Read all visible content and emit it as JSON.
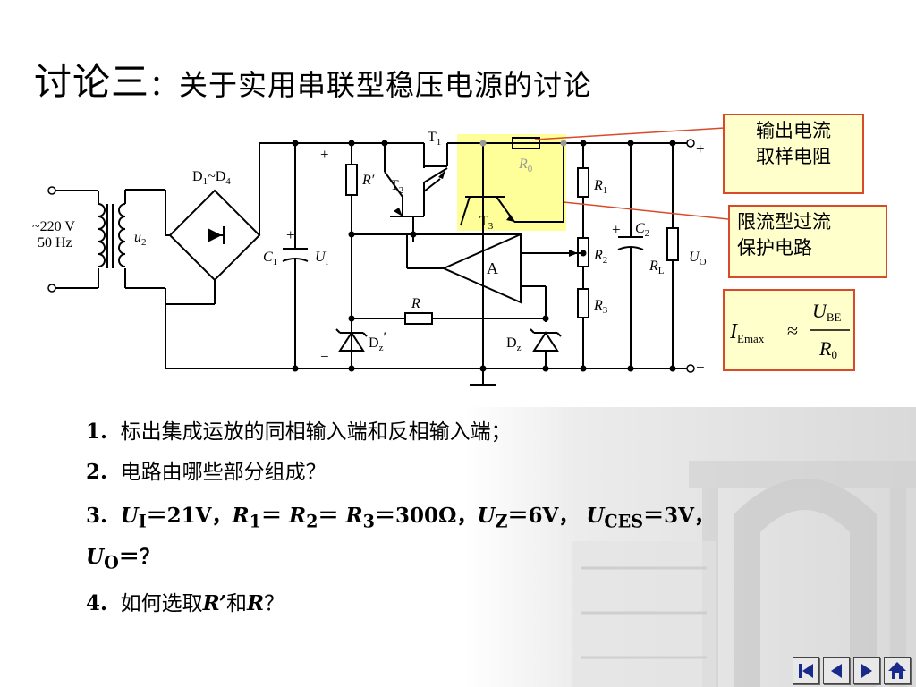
{
  "title": {
    "main": "讨论三",
    "sub": "：关于实用串联型稳压电源的讨论"
  },
  "circuit": {
    "source_voltage": "~220 V",
    "source_freq": "50 Hz",
    "u2_sym": "u",
    "u2_sub": "2",
    "bridge": "D",
    "bridge_sub1": "1",
    "bridge_mid": "~D",
    "bridge_sub2": "4",
    "c1_sym": "C",
    "c1_sub": "1",
    "ui_sym": "U",
    "ui_sub": "I",
    "plus": "+",
    "minus": "−",
    "rprime": "R′",
    "t1": "T",
    "t1_sub": "1",
    "t2": "T",
    "t2_sub": "2",
    "t3": "T",
    "t3_sub": "3",
    "r0": "R",
    "r0_sub": "0",
    "r1": "R",
    "r1_sub": "1",
    "r2": "R",
    "r2_sub": "2",
    "r3": "R",
    "r3_sub": "3",
    "c2": "C",
    "c2_sub": "2",
    "rl": "R",
    "rl_sub": "L",
    "uo": "U",
    "uo_sub": "O",
    "amp": "A",
    "r": "R",
    "dz_prime": "D",
    "dz_prime_sub": "z",
    "dz_prime_mark": "′",
    "dz": "D",
    "dz_sub": "z"
  },
  "callouts": {
    "sampling_line1": "输出电流",
    "sampling_line2": "取样电阻",
    "protection_line1": "限流型过流",
    "protection_line2": "保护电路",
    "formula_i": "I",
    "formula_i_sub": "Emax",
    "formula_approx": "≈",
    "formula_num": "U",
    "formula_num_sub": "BE",
    "formula_den": "R",
    "formula_den_sub": "0"
  },
  "questions": {
    "q1_num": "1.",
    "q1_text": "标出集成运放的同相输入端和反相输入端；",
    "q2_num": "2.",
    "q2_text": "电路由哪些部分组成？",
    "q3_num": "3.",
    "q3_ui": "U",
    "q3_ui_sub": "I",
    "q3_ui_val": "＝21V，",
    "q3_r1": "R",
    "q3_r1_sub": "1",
    "q3_eq1": "＝ ",
    "q3_r2": "R",
    "q3_r2_sub": "2",
    "q3_eq2": "＝ ",
    "q3_r3": "R",
    "q3_r3_sub": "3",
    "q3_rval": "＝300Ω，",
    "q3_uz": "U",
    "q3_uz_sub": "Z",
    "q3_uz_val": "＝6V， ",
    "q3_uces": "U",
    "q3_uces_sub": "CES",
    "q3_uces_val": "＝3V，",
    "q3_uo": "U",
    "q3_uo_sub": "O",
    "q3_uo_val": "＝？",
    "q4_num": "4.",
    "q4_text1": "如何选取",
    "q4_rp": "R’",
    "q4_and": "和",
    "q4_r": "R",
    "q4_q": "？"
  },
  "colors": {
    "callout_bg": "#ffffcc",
    "callout_border": "#d84a2a",
    "highlight": "#ffff99"
  },
  "nav": [
    "first-slide-icon",
    "previous-slide-icon",
    "next-slide-icon",
    "last-slide-icon",
    "home-icon"
  ]
}
